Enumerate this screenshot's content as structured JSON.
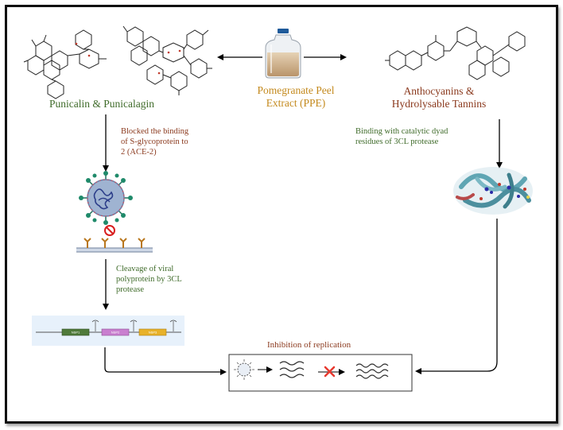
{
  "titles": {
    "left_compounds": "Punicalin & Punicalagin",
    "center_line1": "Pomegranate Peel",
    "center_line2": "Extract (PPE)",
    "right_line1": "Anthocyanins &",
    "right_line2": "Hydrolysable Tannins"
  },
  "notes": {
    "left_1": "Blocked the binding",
    "left_2": "of S-glycoprotein to",
    "left_3": "2 (ACE-2)",
    "right_1": "Binding with catalytic dyad",
    "right_2": "residues of 3CL protease",
    "cleavage_1": "Cleavage of viral",
    "cleavage_2": "polyprotein by 3CL",
    "cleavage_3": "protease"
  },
  "inhibition_label": "Inhibition of replication",
  "nsp_labels": [
    "NSP1",
    "NSP2",
    "NSP3"
  ],
  "colors": {
    "green_text": "#3f6b2a",
    "brown_text": "#8b3a1e",
    "gold_text": "#c48a1e",
    "nsp1": "#4f7a3a",
    "nsp2": "#c97fcf",
    "nsp3": "#e8b22a"
  },
  "icons": [
    "pomegranate-extract-bottle",
    "coronavirus",
    "ace2-receptor",
    "no-entry",
    "protease-structure",
    "virus-particle",
    "rna-strands",
    "red-x"
  ]
}
